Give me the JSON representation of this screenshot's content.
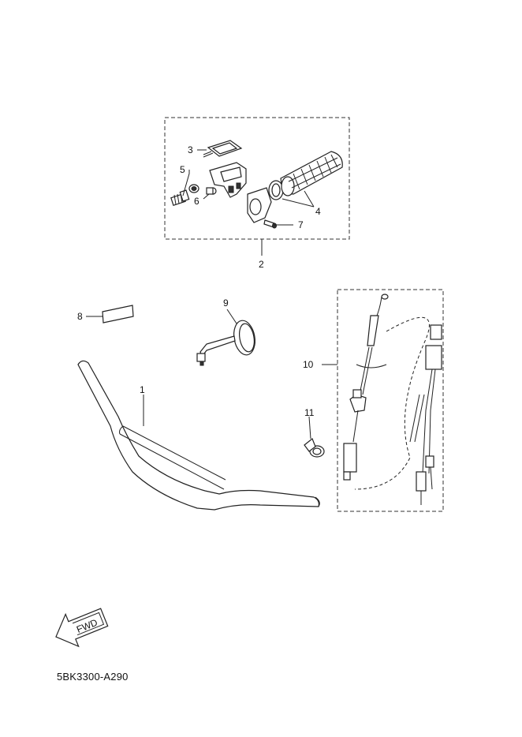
{
  "callouts": [
    {
      "id": "1",
      "label": "1"
    },
    {
      "id": "2",
      "label": "2"
    },
    {
      "id": "3",
      "label": "3"
    },
    {
      "id": "4",
      "label": "4"
    },
    {
      "id": "5",
      "label": "5"
    },
    {
      "id": "6",
      "label": "6"
    },
    {
      "id": "7",
      "label": "7"
    },
    {
      "id": "8",
      "label": "8"
    },
    {
      "id": "9",
      "label": "9"
    },
    {
      "id": "10",
      "label": "10"
    },
    {
      "id": "11",
      "label": "11"
    }
  ],
  "direction_marker": {
    "label": "FWD"
  },
  "diagram_code": "5BK3300-A290"
}
